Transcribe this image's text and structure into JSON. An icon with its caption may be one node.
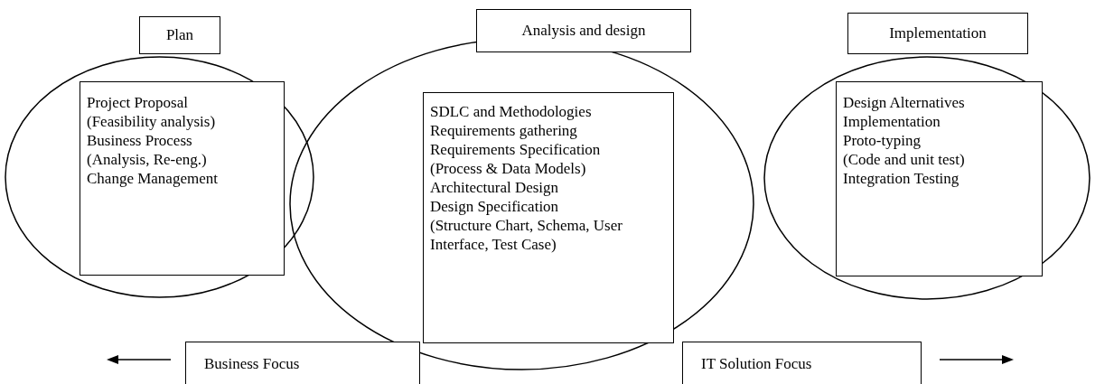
{
  "diagram": {
    "nodes": [
      {
        "text": [
          "Plan"
        ]
      },
      {
        "text": [],
        "shape": "ellipse"
      },
      {
        "text": [
          "Project Proposal",
          "(Feasibility analysis)",
          "Business Process",
          "(Analysis, Re-eng.)",
          "Change Management"
        ],
        "in": 1
      },
      {
        "text": [
          "Analysis and design"
        ]
      },
      {
        "text": [],
        "shape": "ellipse"
      },
      {
        "text": [
          "SDLC and Methodologies",
          "Requirements gathering",
          "Requirements Specification",
          "(Process & Data Models)",
          "Architectural Design",
          "Design Specification",
          "(Structure Chart, Schema, User Interface, Test Case)"
        ],
        "in": 4
      },
      {
        "text": [
          "Implementation"
        ]
      },
      {
        "text": [],
        "shape": "ellipse"
      },
      {
        "text": [
          "Design Alternatives",
          "Implementation",
          "Proto-typing",
          "(Code and unit test)",
          "Integration Testing"
        ],
        "in": 7
      },
      {
        "text": [
          "Business Focus"
        ]
      },
      {
        "text": [
          "IT Solution Focus"
        ]
      }
    ]
  }
}
